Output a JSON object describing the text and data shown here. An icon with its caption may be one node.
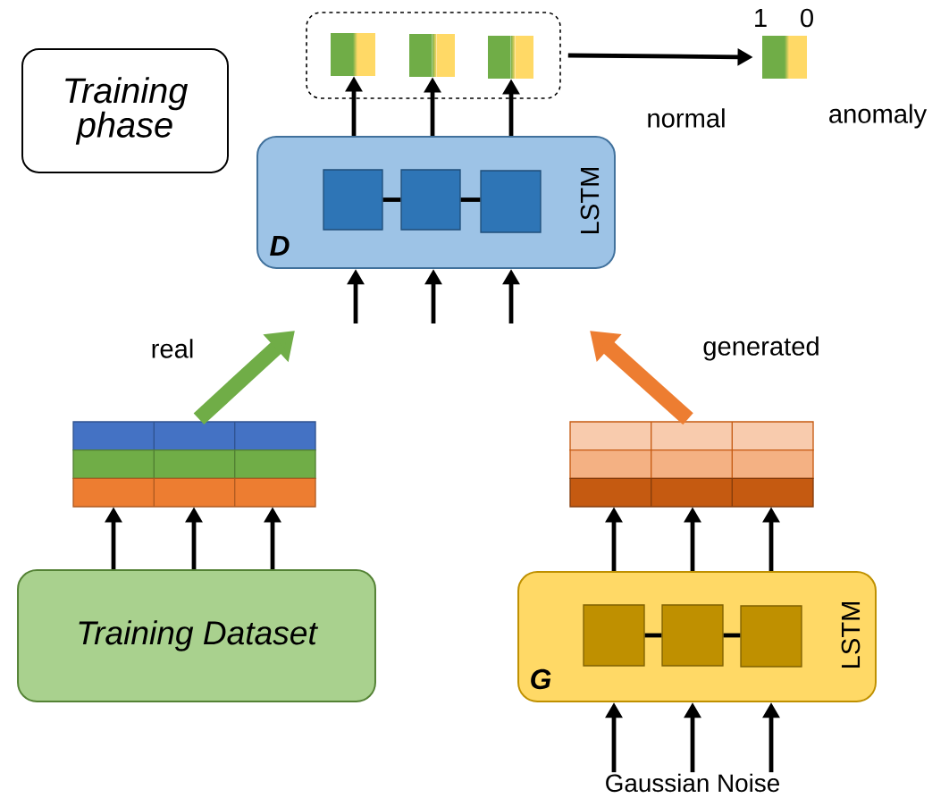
{
  "diagram": {
    "nodes": [
      {
        "text": [
          "Training phase"
        ]
      },
      {
        "text": [
          "LSTM",
          "D"
        ]
      },
      {
        "text": [],
        "shape": "box",
        "in": 1
      },
      {
        "text": [],
        "shape": "box",
        "in": 1
      },
      {
        "text": [],
        "shape": "box",
        "in": 1
      },
      {
        "text": [],
        "shape": "box"
      },
      {
        "text": [],
        "shape": "box",
        "in": 5
      },
      {
        "text": [],
        "shape": "box",
        "in": 5
      },
      {
        "text": [],
        "shape": "box",
        "in": 5
      },
      {
        "text": [],
        "shape": "box",
        "beside": [
          "1",
          "0",
          "normal",
          "anomaly"
        ]
      },
      {
        "text": [],
        "shape": "box"
      },
      {
        "text": [
          "Training Dataset"
        ]
      },
      {
        "text": [],
        "shape": "box"
      },
      {
        "text": [
          "LSTM",
          "G"
        ]
      },
      {
        "text": [],
        "shape": "box",
        "in": 13
      },
      {
        "text": [],
        "shape": "box",
        "in": 13
      },
      {
        "text": [],
        "shape": "box",
        "in": 13
      },
      {
        "text": [
          "Gaussian Noise"
        ]
      }
    ],
    "edges": [
      {
        "from": 2,
        "to": 3,
        "arrow": "none"
      },
      {
        "from": 3,
        "to": 4,
        "arrow": "none"
      },
      {
        "from": 14,
        "to": 15,
        "arrow": "none"
      },
      {
        "from": 15,
        "to": 16,
        "arrow": "none"
      },
      {
        "from": 1,
        "to": 6,
        "arrow": "to"
      },
      {
        "from": 1,
        "to": 7,
        "arrow": "to"
      },
      {
        "from": 1,
        "to": 8,
        "arrow": "to"
      },
      {
        "from": 5,
        "to": 9,
        "arrow": "to"
      },
      {
        "from": null,
        "to": 1,
        "arrow": "to"
      },
      {
        "from": null,
        "to": 1,
        "arrow": "to"
      },
      {
        "from": null,
        "to": 1,
        "arrow": "to"
      },
      {
        "from": 10,
        "to": null,
        "arrow": "to",
        "label": "real",
        "style": "thick",
        "color": "#70ad47"
      },
      {
        "from": 12,
        "to": null,
        "arrow": "to",
        "label": "generated",
        "style": "thick",
        "color": "#ed7d31"
      },
      {
        "from": 11,
        "to": 10,
        "arrow": "to"
      },
      {
        "from": 11,
        "to": 10,
        "arrow": "to"
      },
      {
        "from": 11,
        "to": 10,
        "arrow": "to"
      },
      {
        "from": 13,
        "to": 12,
        "arrow": "to"
      },
      {
        "from": 13,
        "to": 12,
        "arrow": "to"
      },
      {
        "from": 13,
        "to": 12,
        "arrow": "to"
      },
      {
        "from": 17,
        "to": 13,
        "arrow": "to"
      },
      {
        "from": 17,
        "to": 13,
        "arrow": "to"
      },
      {
        "from": 17,
        "to": 13,
        "arrow": "to"
      }
    ]
  }
}
